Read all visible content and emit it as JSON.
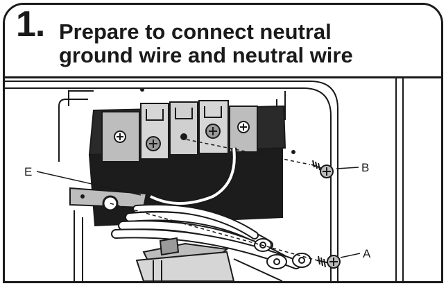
{
  "step": {
    "number": "1.",
    "title_line1": "Prepare to connect neutral",
    "title_line2": "ground wire and neutral wire"
  },
  "callouts": {
    "a": "A",
    "b": "B",
    "e": "E"
  },
  "colors": {
    "ink": "#1a1a1a",
    "paper": "#ffffff",
    "block_dark": "#1c1c1c",
    "terminal_gray": "#bdbdbd"
  }
}
